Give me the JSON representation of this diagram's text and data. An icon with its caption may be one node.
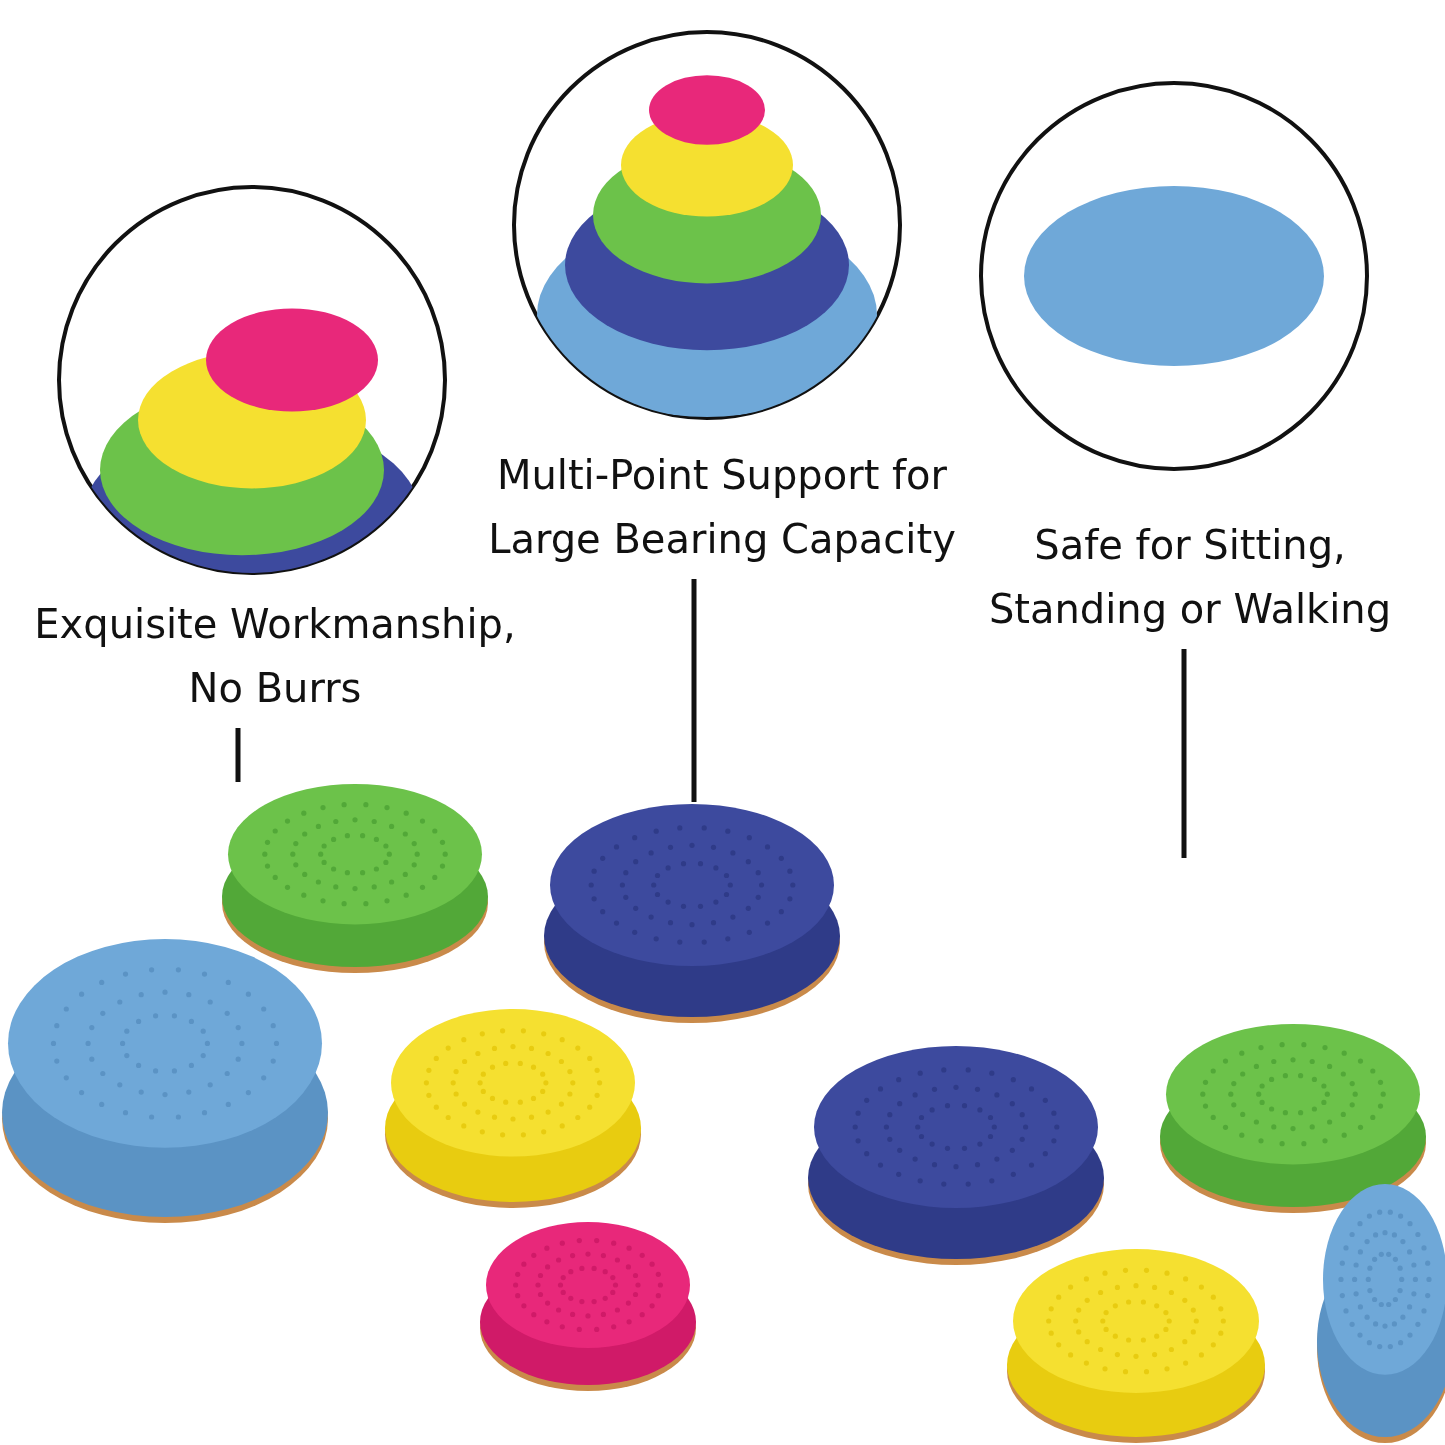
{
  "diagram": {
    "nodes": [
      {
        "text": [
          "Exquisite Workmanship, No Burrs"
        ]
      },
      {
        "text": [],
        "shape": "picture"
      },
      {
        "text": [
          "Multi-Point Support for Large Bearing Capacity"
        ]
      },
      {
        "text": [],
        "shape": "picture"
      },
      {
        "text": [
          "Safe for Sitting, Standing or Walking"
        ]
      }
    ],
    "edges": [
      {
        "from": 0,
        "to": 1,
        "arrow": "none"
      },
      {
        "from": 2,
        "to": 3,
        "arrow": "none"
      },
      {
        "from": 4,
        "to": null,
        "arrow": "none"
      }
    ]
  }
}
